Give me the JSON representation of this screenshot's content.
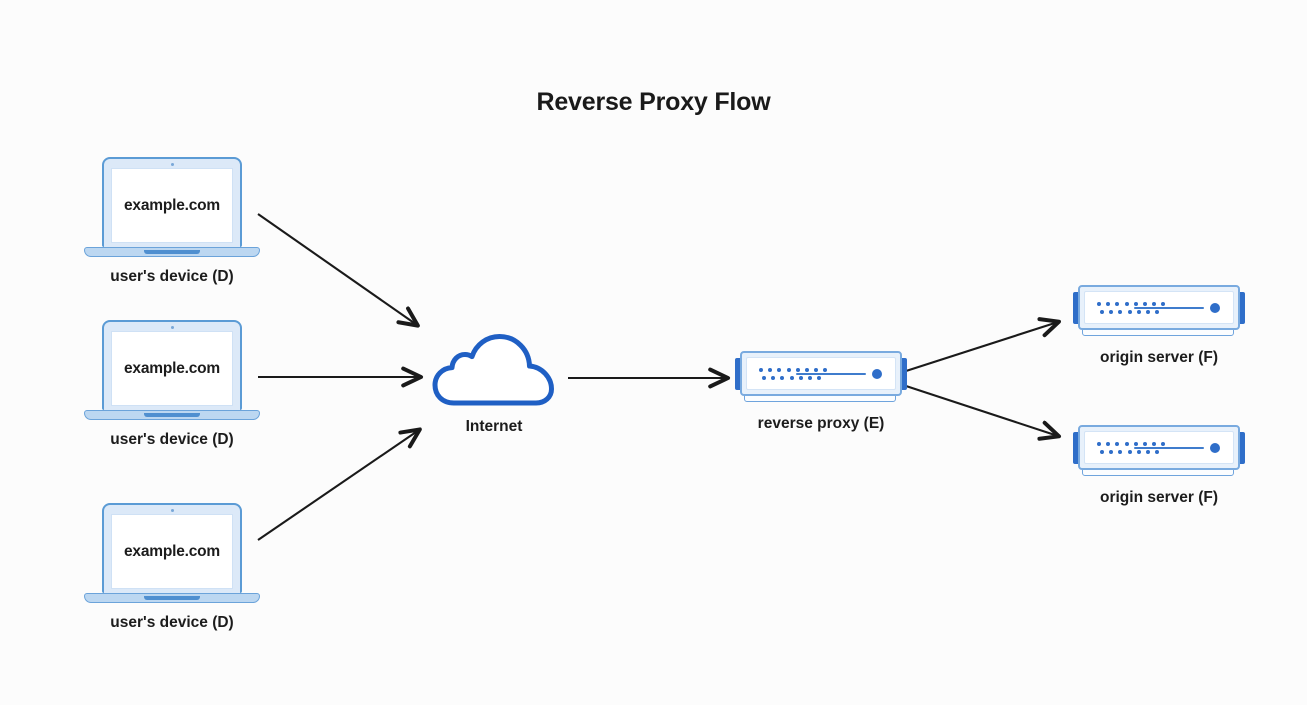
{
  "diagram": {
    "title": "Reverse Proxy Flow",
    "background_color": "#fcfcfc",
    "accent_color": "#2f6ec9",
    "arrow_color": "#1a1a1a",
    "type": "network-flow-diagram"
  },
  "nodes": {
    "clients": [
      {
        "id": "client-1",
        "icon": "laptop-icon",
        "screen_text": "example.com",
        "label": "user's device (D)"
      },
      {
        "id": "client-2",
        "icon": "laptop-icon",
        "screen_text": "example.com",
        "label": "user's device (D)"
      },
      {
        "id": "client-3",
        "icon": "laptop-icon",
        "screen_text": "example.com",
        "label": "user's device (D)"
      }
    ],
    "internet": {
      "id": "internet",
      "icon": "cloud-icon",
      "label": "Internet"
    },
    "proxy": {
      "id": "reverse-proxy",
      "icon": "server-icon",
      "label": "reverse proxy (E)"
    },
    "origins": [
      {
        "id": "origin-1",
        "icon": "server-icon",
        "label": "origin server (F)"
      },
      {
        "id": "origin-2",
        "icon": "server-icon",
        "label": "origin server (F)"
      }
    ]
  },
  "edges": [
    {
      "from": "client-1",
      "to": "internet",
      "style": "arrow"
    },
    {
      "from": "client-2",
      "to": "internet",
      "style": "arrow"
    },
    {
      "from": "client-3",
      "to": "internet",
      "style": "arrow"
    },
    {
      "from": "internet",
      "to": "reverse-proxy",
      "style": "arrow"
    },
    {
      "from": "reverse-proxy",
      "to": "origin-1",
      "style": "arrow"
    },
    {
      "from": "reverse-proxy",
      "to": "origin-2",
      "style": "arrow"
    }
  ]
}
